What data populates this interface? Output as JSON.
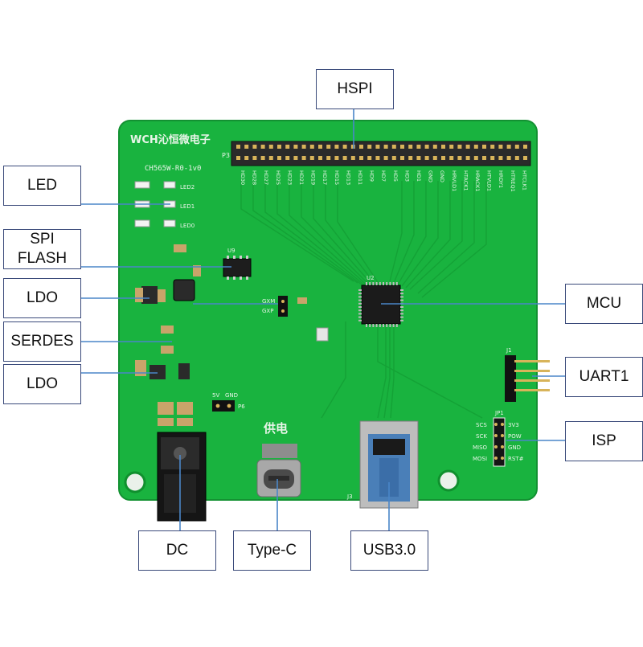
{
  "labels": {
    "hspi": "HSPI",
    "led": "LED",
    "spi_flash_line1": "SPI",
    "spi_flash_line2": "FLASH",
    "ldo_top": "LDO",
    "serdes": "SERDES",
    "ldo_bottom": "LDO",
    "mcu": "MCU",
    "uart1": "UART1",
    "isp": "ISP",
    "dc": "DC",
    "type_c": "Type-C",
    "usb30": "USB3.0"
  },
  "board": {
    "brand": "WCH沁恒微电子",
    "model": "CH565W-R0-1v0",
    "power_label": "供电",
    "header_p3": "P3",
    "header_p6": "P6",
    "p6_pins": [
      "5V",
      "GND"
    ],
    "j1": "J1",
    "jp1": "JP1",
    "j3": "J3",
    "u2": "U2",
    "u9": "U9",
    "isp_left_pins": [
      "SCS",
      "SCK",
      "MISO",
      "MOSI"
    ],
    "isp_right_pins": [
      "3V3",
      "POW",
      "GND",
      "RST#"
    ],
    "led_labels": [
      "LED2",
      "LED1",
      "LED0"
    ],
    "gxm": "GXM",
    "gxp": "GXP",
    "hd_pins": [
      "HD30",
      "HD28",
      "HD27",
      "HD25",
      "HD23",
      "HD21",
      "HD19",
      "HD17",
      "HD15",
      "HD13",
      "HD11",
      "HD9",
      "HD7",
      "HD5",
      "HD3",
      "HD1",
      "GND",
      "GND",
      "HRVLD1",
      "HTACK1",
      "HRACK1",
      "HTVLD1",
      "HRDY1",
      "HTREQ1",
      "HTCLK1"
    ]
  },
  "colors": {
    "pcb": "#19b33f",
    "label_border": "#3a4a7a",
    "leader_line": "#4a86c8"
  }
}
